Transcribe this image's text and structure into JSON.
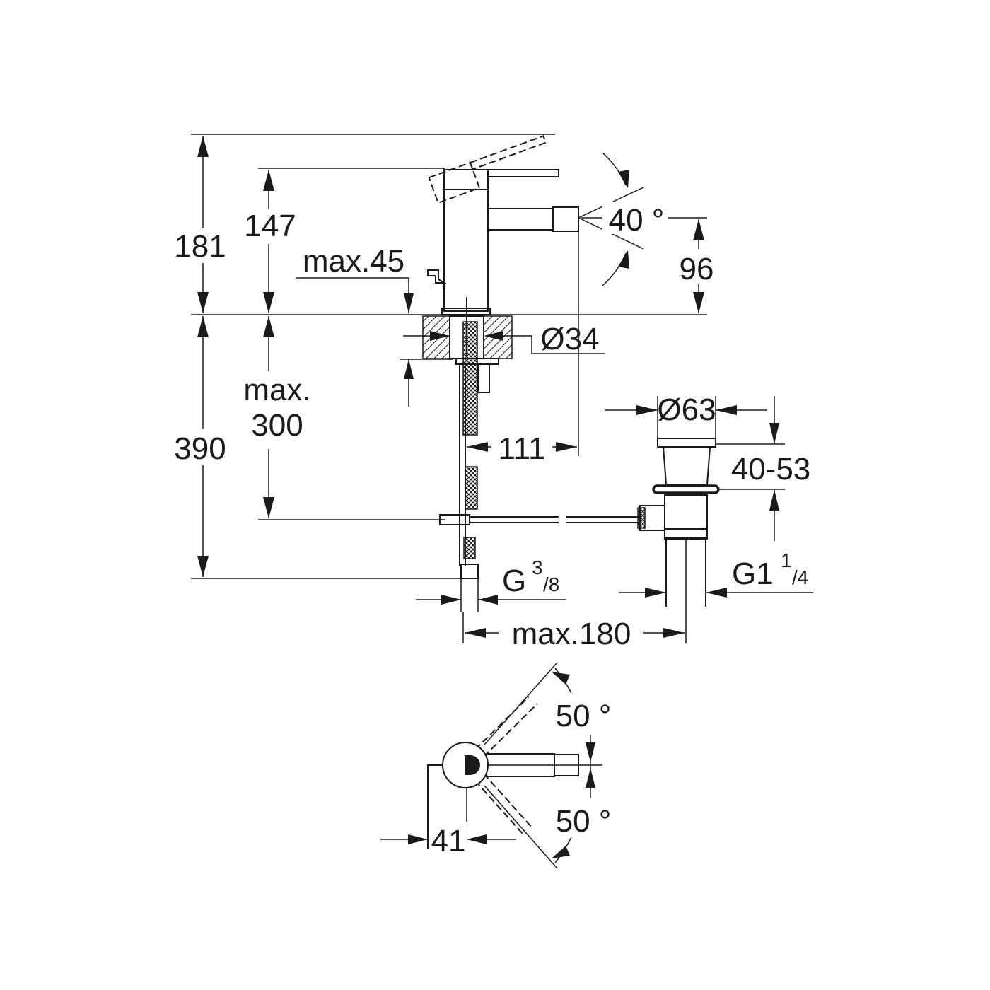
{
  "dimensions": {
    "total_height": "181",
    "lever_height": "147",
    "deck_thickness": "max.45",
    "spout_angle": "40 °",
    "spout_height": "96",
    "hole_diameter": "Ø34",
    "below_deck": "max.",
    "below_deck_value": "300",
    "hose_length": "390",
    "spout_reach": "111",
    "waste_diameter": "Ø63",
    "waste_range": "40-53",
    "connection": "G",
    "connection_sup": "3",
    "connection_sub": "/8",
    "waste_thread": "G1",
    "waste_thread_sup": "1",
    "waste_thread_sub": "/4",
    "rod_length": "max.180",
    "swivel_up": "50 °",
    "swivel_down": "50 °",
    "lever_offset": "41"
  },
  "colors": {
    "line": "#1a1a1a",
    "background": "#ffffff"
  }
}
